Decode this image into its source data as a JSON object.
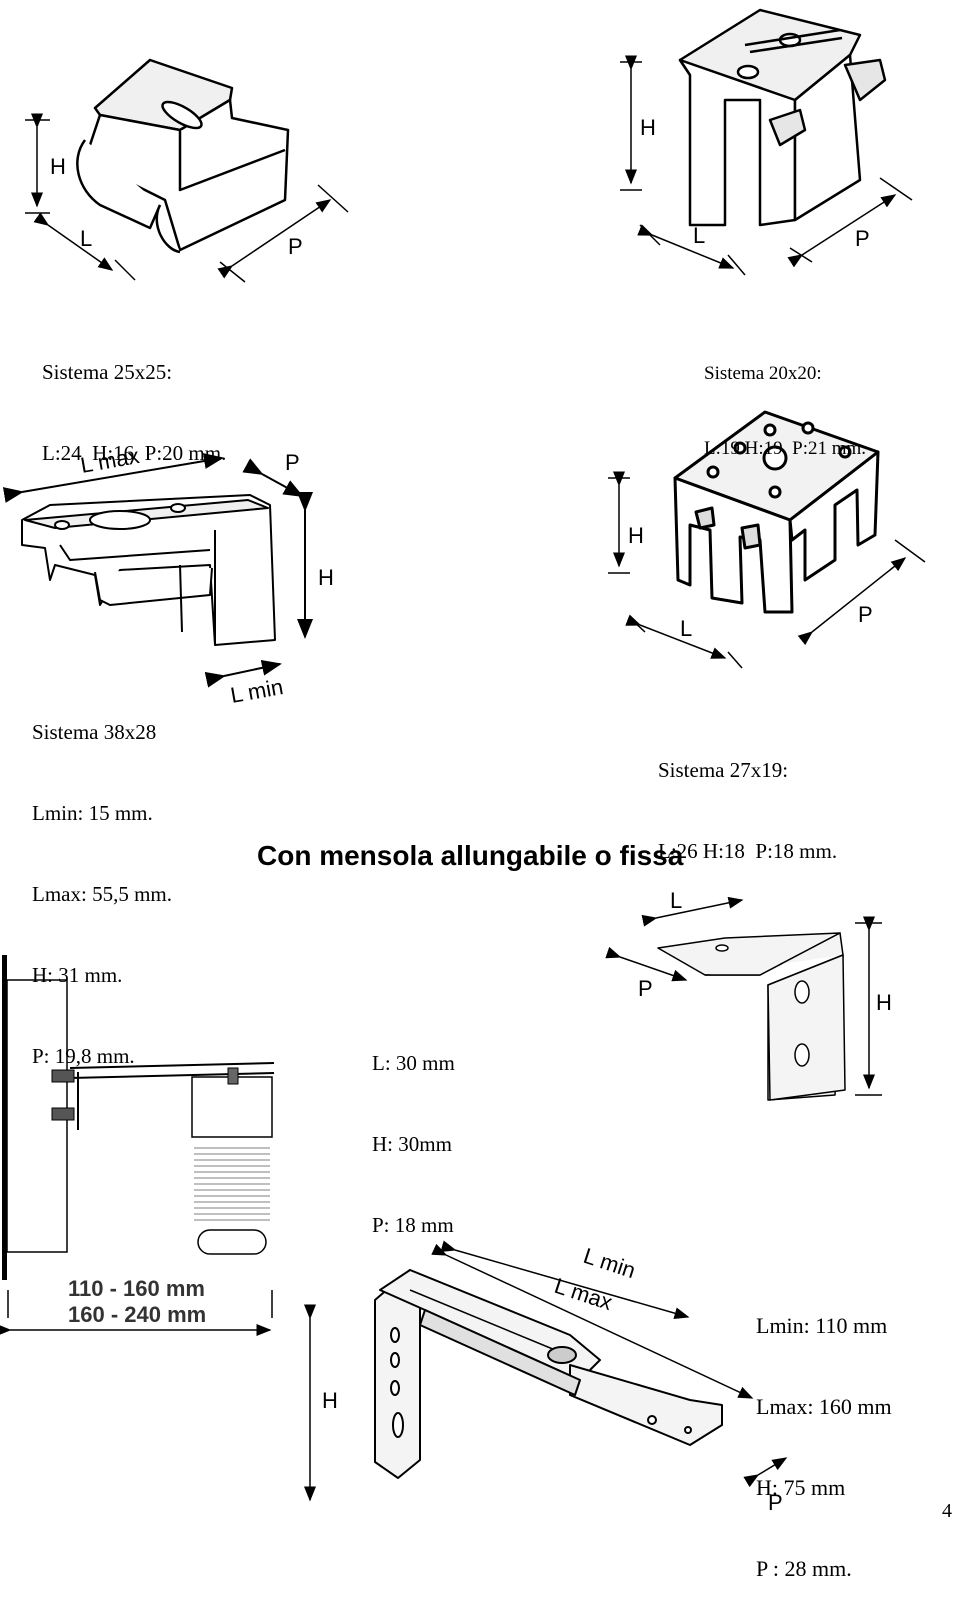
{
  "systems": [
    {
      "id": "s25",
      "name": "Sistema 25x25:",
      "dims": "L:24  H:16  P:20 mm."
    },
    {
      "id": "s20",
      "name": "Sistema 20x20:",
      "dims": "L:19 H:19  P:21 mm."
    },
    {
      "id": "s38",
      "name": "Sistema 38x28",
      "lines": [
        "Lmin: 15 mm.",
        "Lmax: 55,5 mm.",
        "H: 31 mm.",
        "P: 19,8 mm."
      ]
    },
    {
      "id": "s27",
      "name": "Sistema 27x19:",
      "dims": "L:26 H:18  P:18 mm."
    }
  ],
  "section_title": "Con mensola allungabile o fissa",
  "fixed_bracket": {
    "lines": [
      "L: 30 mm",
      "H: 30mm",
      "P: 18 mm"
    ]
  },
  "extendable_bracket": {
    "lines": [
      "Lmin: 110 mm",
      "Lmax: 160 mm",
      "H: 75 mm",
      "P : 28 mm."
    ]
  },
  "side_view": {
    "range1": "110 - 160 mm",
    "range2": "160 - 240 mm"
  },
  "dim_labels": {
    "L": "L",
    "H": "H",
    "P": "P",
    "Lmax": "L max",
    "Lmin": "L min"
  },
  "page_number": "4"
}
